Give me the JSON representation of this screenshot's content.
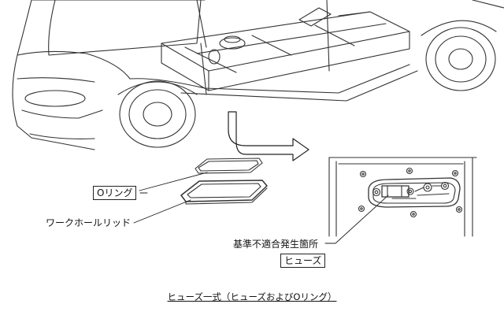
{
  "labels": {
    "o_ring": "Oリング",
    "work_hole_lid": "ワークホールリッド",
    "defect_location": "基準不適合発生箇所",
    "fuse": "ヒューズ"
  },
  "caption": "ヒューズ一式（ヒューズおよびOリング）"
}
